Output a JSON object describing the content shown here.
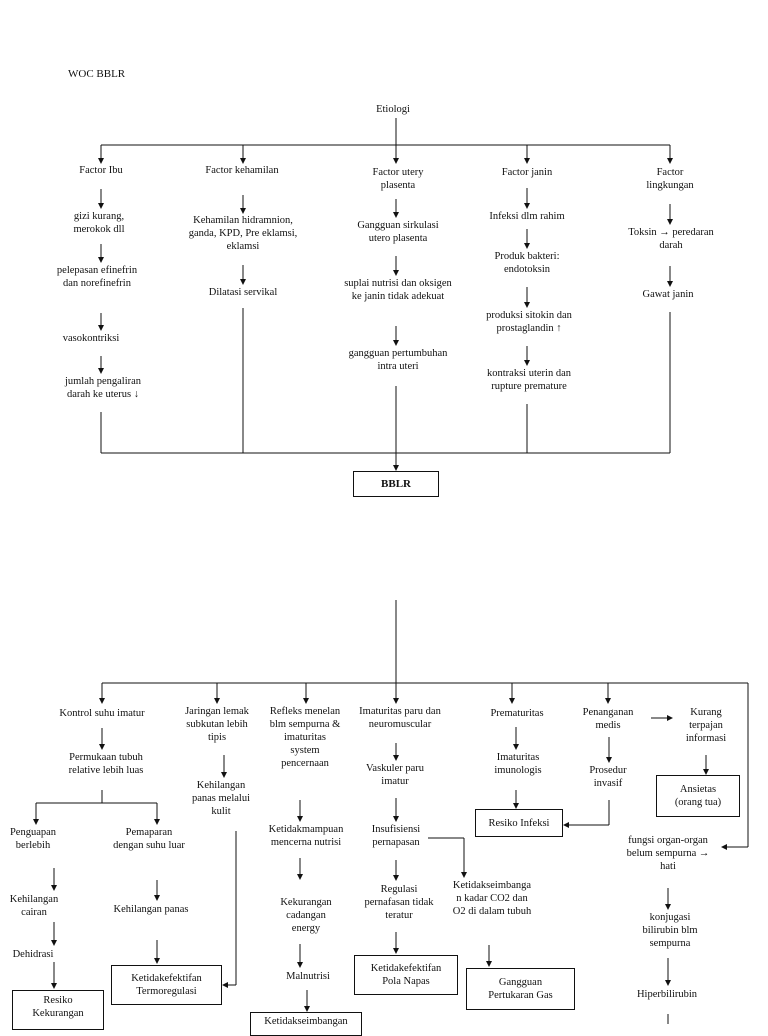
{
  "title": "WOC BBLR",
  "etiologi": "Etiologi",
  "top_columns": [
    {
      "header": "Factor Ibu",
      "items": [
        "gizi kurang,\nmerokok dll",
        "pelepasan efinefrin\ndan norefinefrin",
        "vasokontriksi",
        "jumlah pengaliran\ndarah ke uterus ↓"
      ]
    },
    {
      "header": "Factor kehamilan",
      "items": [
        "Kehamilan hidramnion,\nganda, KPD, Pre eklamsi,\neklamsi",
        "Dilatasi servikal"
      ]
    },
    {
      "header": "Factor utery\nplasenta",
      "items": [
        "Gangguan sirkulasi\nutero plasenta",
        "suplai nutrisi dan oksigen\nke janin tidak adekuat",
        "gangguan pertumbuhan\nintra uteri"
      ]
    },
    {
      "header": "Factor janin",
      "items": [
        "Infeksi dlm rahim",
        "Produk bakteri:\nendotoksin",
        "produksi sitokin dan\nprostaglandin ↑",
        "kontraksi uterin dan\nrupture premature"
      ]
    },
    {
      "header": "Factor\nlingkungan",
      "items": [
        "Toksin → peredaran\ndarah",
        "Gawat janin"
      ]
    }
  ],
  "bblr": "BBLR",
  "bottom": {
    "kontrol": "Kontrol suhu imatur",
    "permukaan": "Permukaan tubuh\nrelative lebih luas",
    "penguapan": "Penguapan\nberlebih",
    "kehilangan_cairan": "Kehilangan\ncairan",
    "dehidrasi": "Dehidrasi",
    "resiko_kekurangan": "Resiko\nKekurangan",
    "pemaparan": "Pemaparan\ndengan suhu luar",
    "kehilangan_panas": "Kehilangan panas",
    "termoregulasi": "Ketidakefektifan\nTermoregulasi",
    "jaringan": "Jaringan lemak\nsubkutan lebih\ntipis",
    "kehilangan_kulit": "Kehilangan\npanas melalui\nkulit",
    "refleks": "Refleks menelan\nblm sempurna  &\nimaturitas\nsystem\npencernaan",
    "ketidakmampuan": "Ketidakmampuan\nmencerna nutrisi",
    "kekurangan_energy": "Kekurangan\ncadangan\nenergy",
    "malnutrisi": "Malnutrisi",
    "ketidakseimbangan": "Ketidakseimbangan",
    "imaturitas_paru": "Imaturitas paru dan\nneuromuscular",
    "vaskuler": "Vaskuler paru\nimatur",
    "insufisiensi": "Insufisiensi\npernapasan",
    "regulasi": "Regulasi\npernafasan tidak\nteratur",
    "pola_napas": "Ketidakefektifan\nPola Napas",
    "ketidakseimbangan_co2": "Ketidakseimbanga\nn kadar CO2 dan\nO2 di dalam tubuh",
    "pertukaran_gas": "Gangguan\nPertukaran Gas",
    "prematuritas": "Prematuritas",
    "imaturitas_imun": "Imaturitas\nimunologis",
    "resiko_infeksi": "Resiko Infeksi",
    "penanganan": "Penanganan\nmedis",
    "prosedur": "Prosedur\ninvasif",
    "kurang_info": "Kurang\nterpajan\ninformasi",
    "ansietas": "Ansietas\n(orang tua)",
    "fungsi_organ": "fungsi organ-organ\nbelum sempurna →\nhati",
    "konjugasi": "konjugasi\nbilirubin blm\nsempurna",
    "hiperbilirubin": "Hiperbilirubin"
  }
}
